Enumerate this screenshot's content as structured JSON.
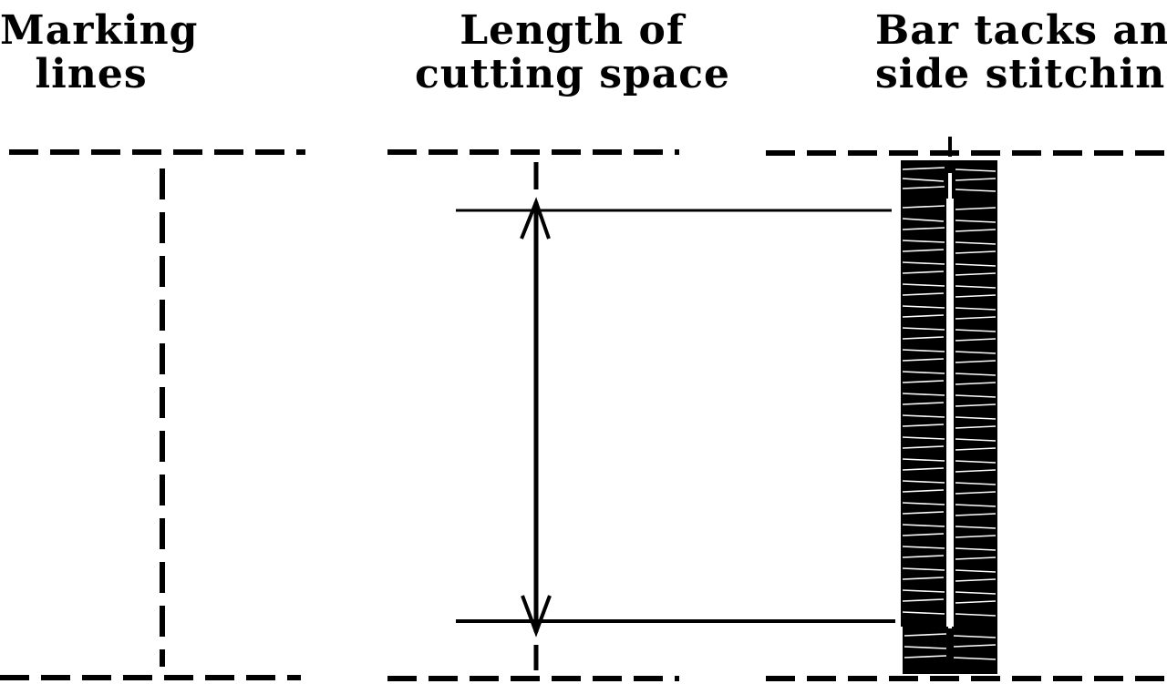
{
  "labels": {
    "marking_lines": [
      "Marking",
      "lines"
    ],
    "cutting_space": [
      "Length of",
      "cutting space"
    ],
    "bar_tacks": [
      "Bar tacks and",
      "side stitching"
    ]
  },
  "colors": {
    "ink": "#000000",
    "paper": "#ffffff"
  }
}
